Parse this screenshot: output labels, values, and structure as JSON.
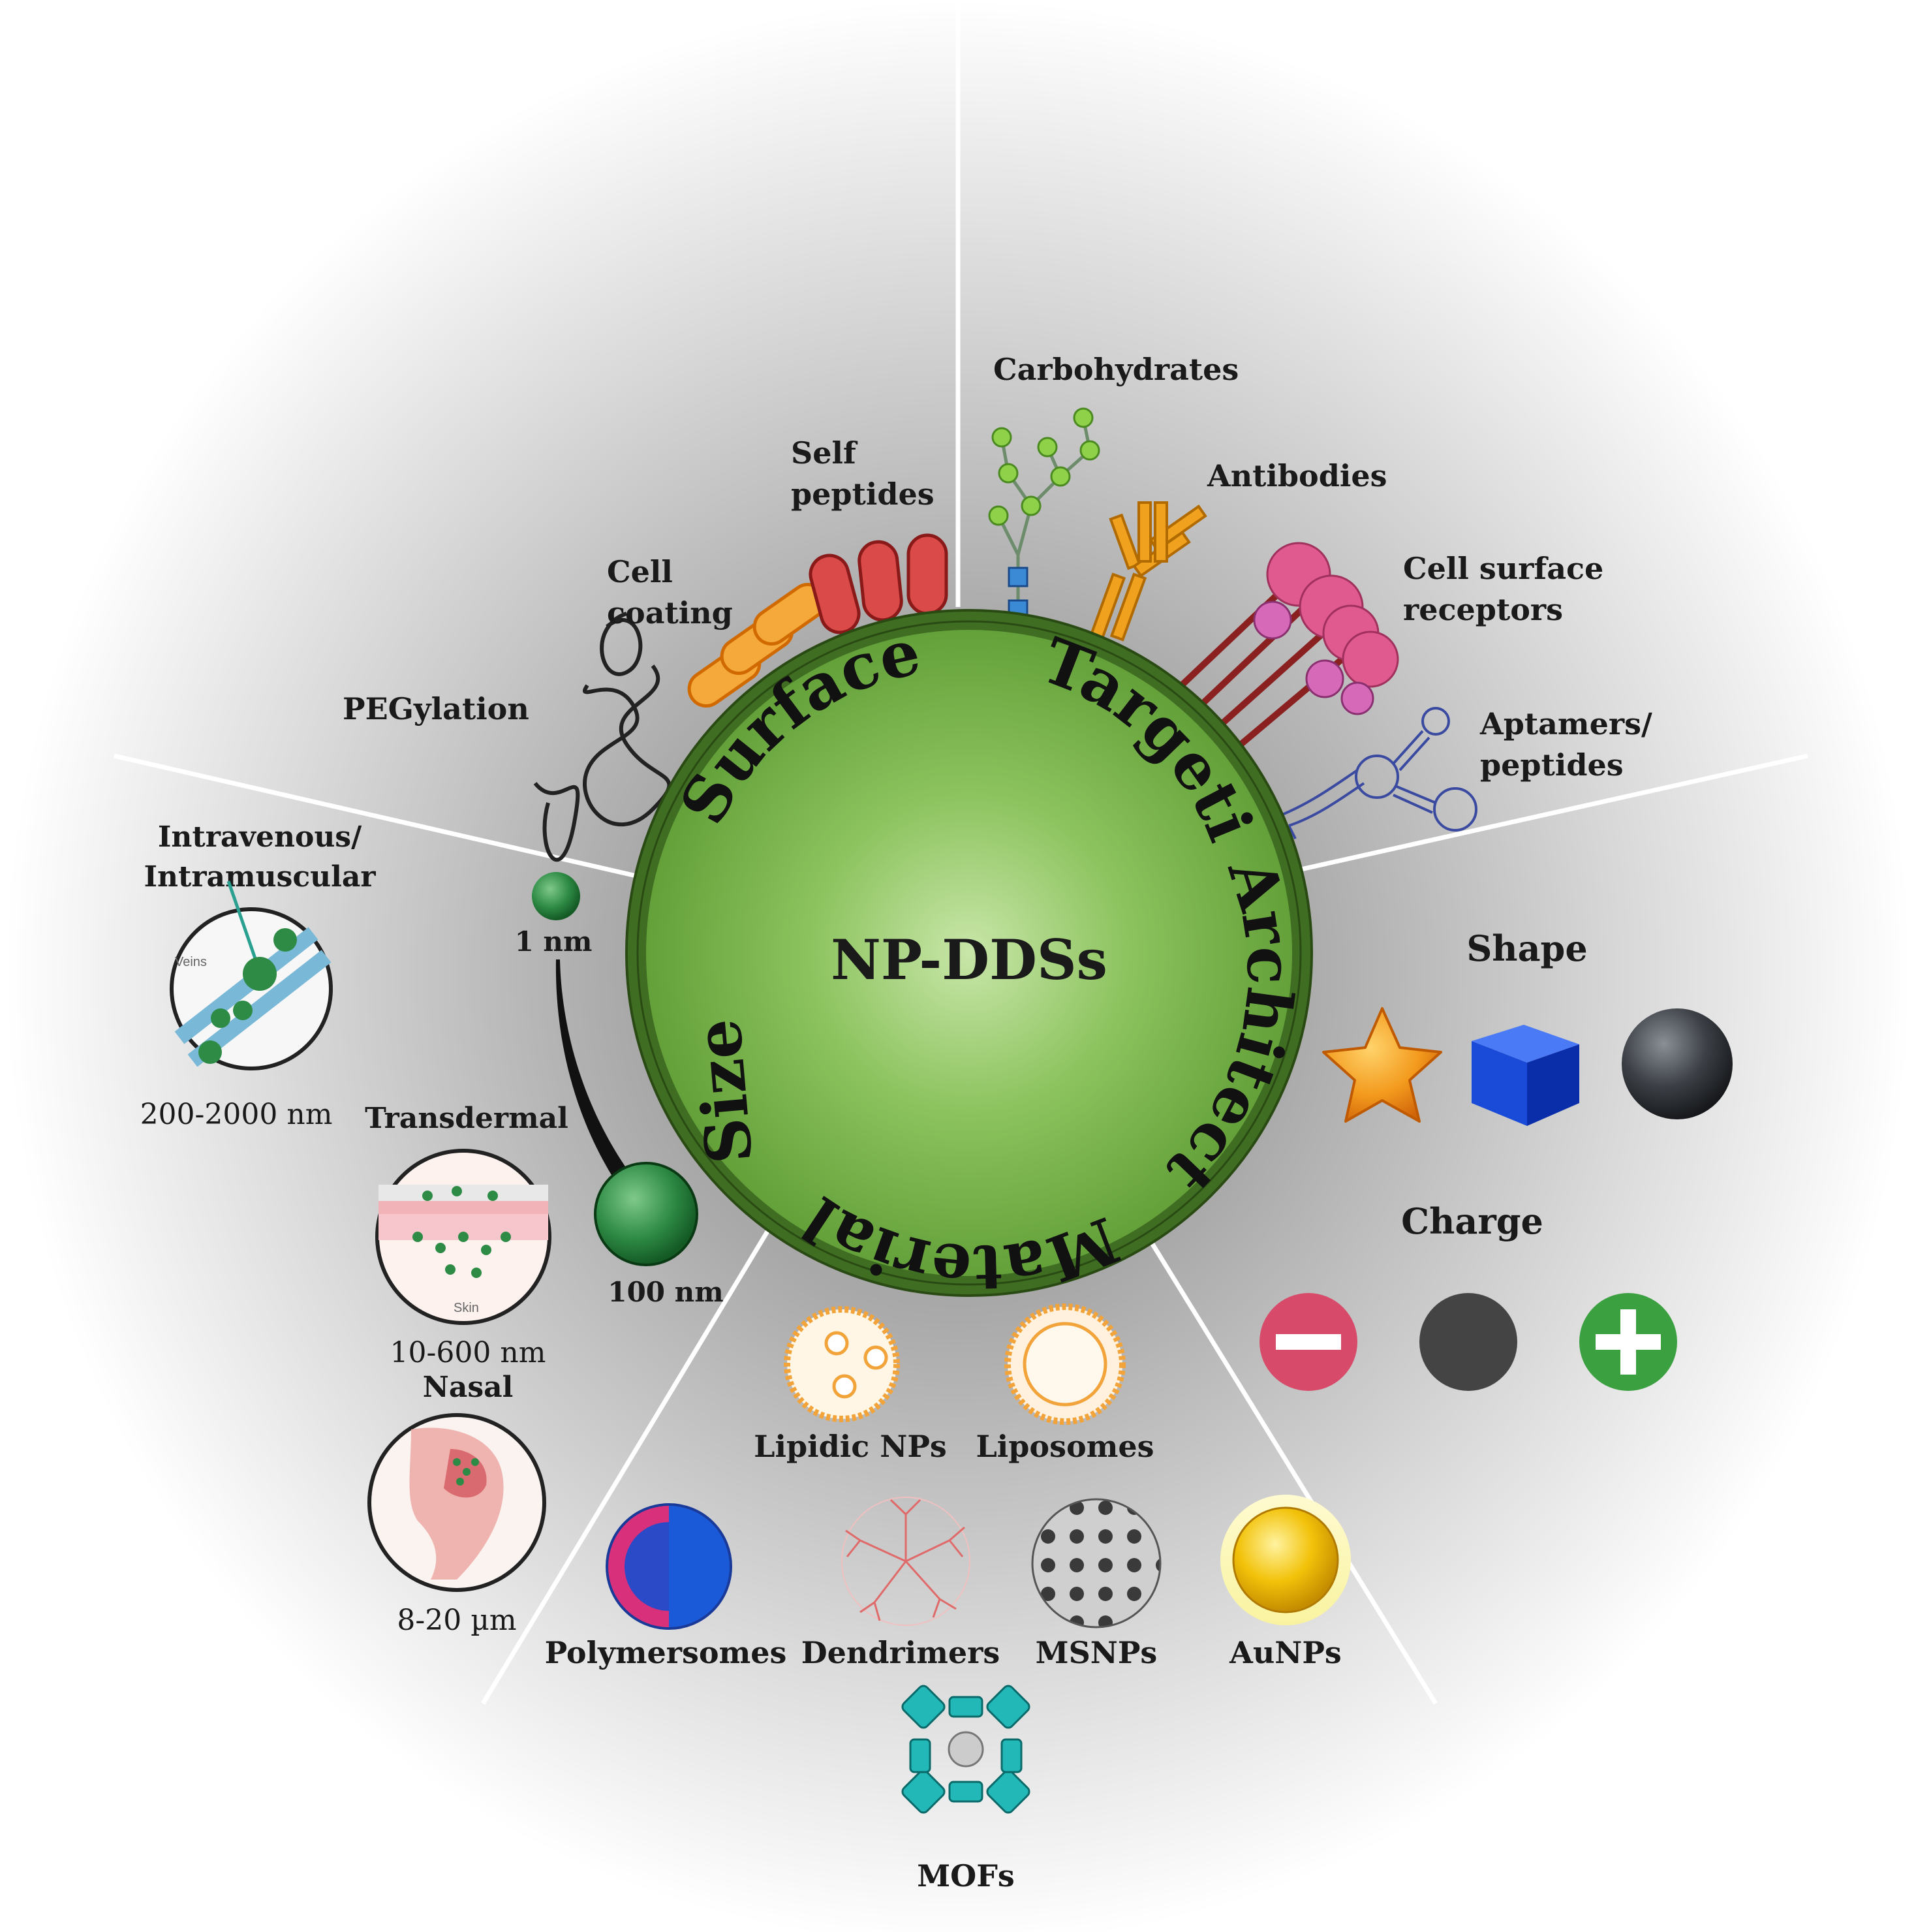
{
  "center_label": "NP-DDSs",
  "sections": {
    "surface": "Surface",
    "targeting": "Targeting",
    "architecture": "Architecture",
    "material": "Material",
    "size": "Size"
  },
  "surface_items": {
    "pegylation": "PEGylation",
    "cell_coating_l1": "Cell",
    "cell_coating_l2": "coating",
    "self_peptides_l1": "Self",
    "self_peptides_l2": "peptides"
  },
  "targeting_items": {
    "carbohydrates": "Carbohydrates",
    "antibodies": "Antibodies",
    "cell_surface_receptors_l1": "Cell surface",
    "cell_surface_receptors_l2": "receptors",
    "aptamers_l1": "Aptamers/",
    "aptamers_l2": "peptides"
  },
  "architecture_items": {
    "shape": "Shape",
    "charge": "Charge"
  },
  "material_items": {
    "lipidic": "Lipidic NPs",
    "liposomes": "Liposomes",
    "polymersomes": "Polymersomes",
    "dendrimers": "Dendrimers",
    "msnps": "MSNPs",
    "aunps": "AuNPs",
    "mofs": "MOFs"
  },
  "size_items": {
    "small_np": "1 nm",
    "large_np": "100 nm",
    "iv_l1": "Intravenous/",
    "iv_l2": "Intramuscular",
    "iv_range": "200-2000 nm",
    "iv_inset": "Veins",
    "transdermal": "Transdermal",
    "transdermal_range": "10-600 nm",
    "transdermal_inset": "Skin",
    "nasal": "Nasal",
    "nasal_range": "8-20 µm"
  }
}
